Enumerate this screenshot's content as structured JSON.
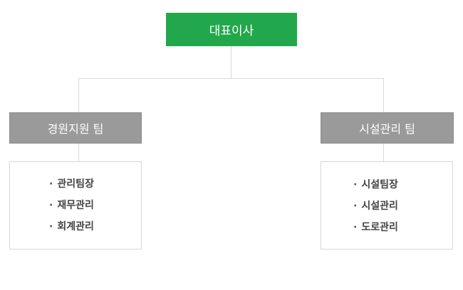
{
  "chart": {
    "root": {
      "label": "대표이사"
    },
    "teams": [
      {
        "label": "경원지원 팀",
        "roles": [
          "관리팀장",
          "재무관리",
          "회계관리"
        ]
      },
      {
        "label": "시설관리 팀",
        "roles": [
          "시설팀장",
          "시설관리",
          "도로관리"
        ]
      }
    ],
    "bullet": "·"
  },
  "colors": {
    "root_bg": "#23a74c",
    "team_bg": "#9a9a9a",
    "connector": "#d9d9d9",
    "role_text": "#444444"
  }
}
